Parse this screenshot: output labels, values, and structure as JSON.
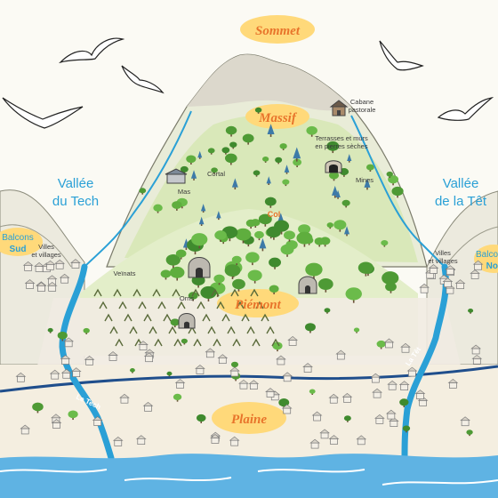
{
  "colors": {
    "accent": "#e8742b",
    "water": "#2aa0d6",
    "label_blob": "#ffd97a",
    "sea": "#5fb3e3",
    "vegetation": "#58a83a"
  },
  "zones": {
    "sommet": "Sommet",
    "massif": "Massif",
    "piemont": "Piémont",
    "plaine": "Plaine"
  },
  "valleys": {
    "tech_line1": "Vallée",
    "tech_line2": "du Tech",
    "tet_line1": "Vallée",
    "tet_line2": "de la Têt"
  },
  "balcons": {
    "sud_line1": "Balcons",
    "sud_line2": "Sud",
    "nord_line1": "Balco",
    "nord_line2": "No"
  },
  "places": {
    "cabane_line1": "Cabane",
    "cabane_line2": "pastorale",
    "terrasses_line1": "Terrasses et murs",
    "terrasses_line2": "en pierres sèches",
    "mines": "Mines",
    "cortal": "Cortal",
    "mas": "Mas",
    "col": "Col",
    "villes_left_line1": "Villes",
    "villes_left_line2": "et villages",
    "villes_right_line1": "Villes",
    "villes_right_line2": "et villages",
    "veinats": "Veïnats",
    "orris": "Orris"
  },
  "rivers": {
    "tech": "Le Tech",
    "tet": "La Têt"
  },
  "icons": [
    "bird-icon",
    "cabin-icon",
    "mine-entrance-icon",
    "stone-hut-icon",
    "tree-icon",
    "vineyard-icon",
    "house-icon"
  ]
}
